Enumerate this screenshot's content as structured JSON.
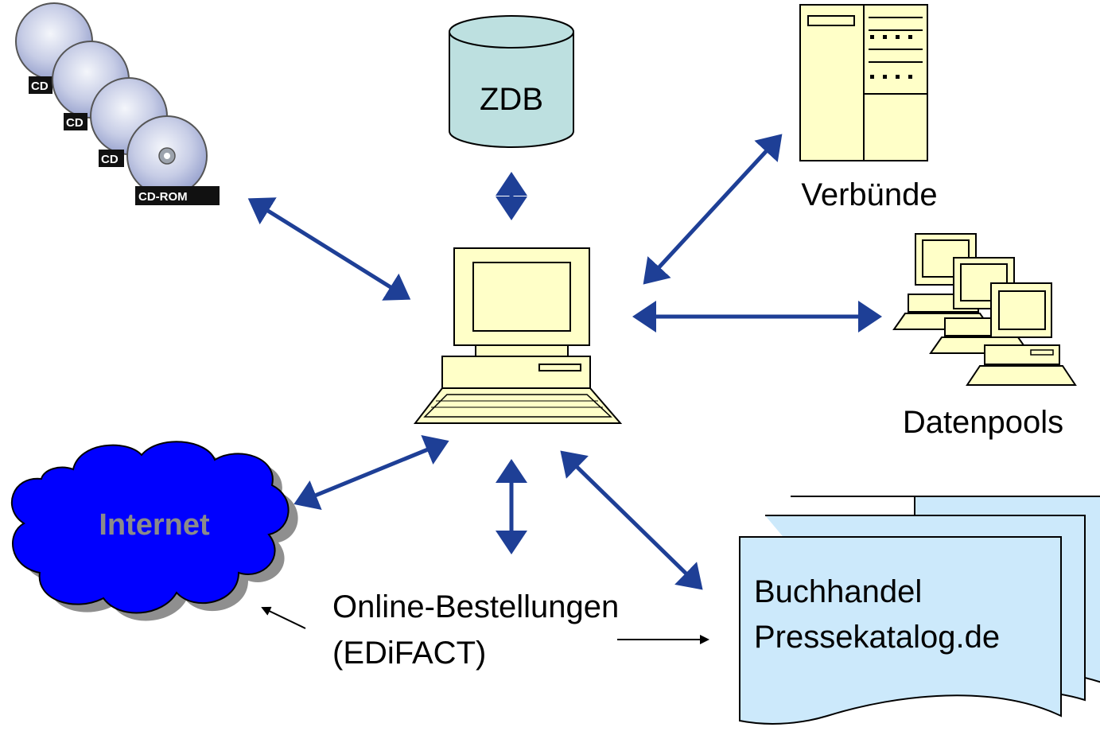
{
  "nodes": {
    "zdb": "ZDB",
    "verbuende": "Verbünde",
    "datenpools": "Datenpools",
    "internet": "Internet",
    "buchhandel_line1": "Buchhandel",
    "buchhandel_line2": "Pressekatalog.de",
    "online_line1": "Online-Bestellungen",
    "online_line2": "(EDiFACT)",
    "cd_label_short": "CD",
    "cd_label_full": "CD-ROM"
  },
  "colors": {
    "arrow": "#1e3f96",
    "zdb_fill": "#bde0e0",
    "device_fill": "#ffffc8",
    "cloud_fill": "#0000ff",
    "document_fill": "#cce9fb"
  }
}
